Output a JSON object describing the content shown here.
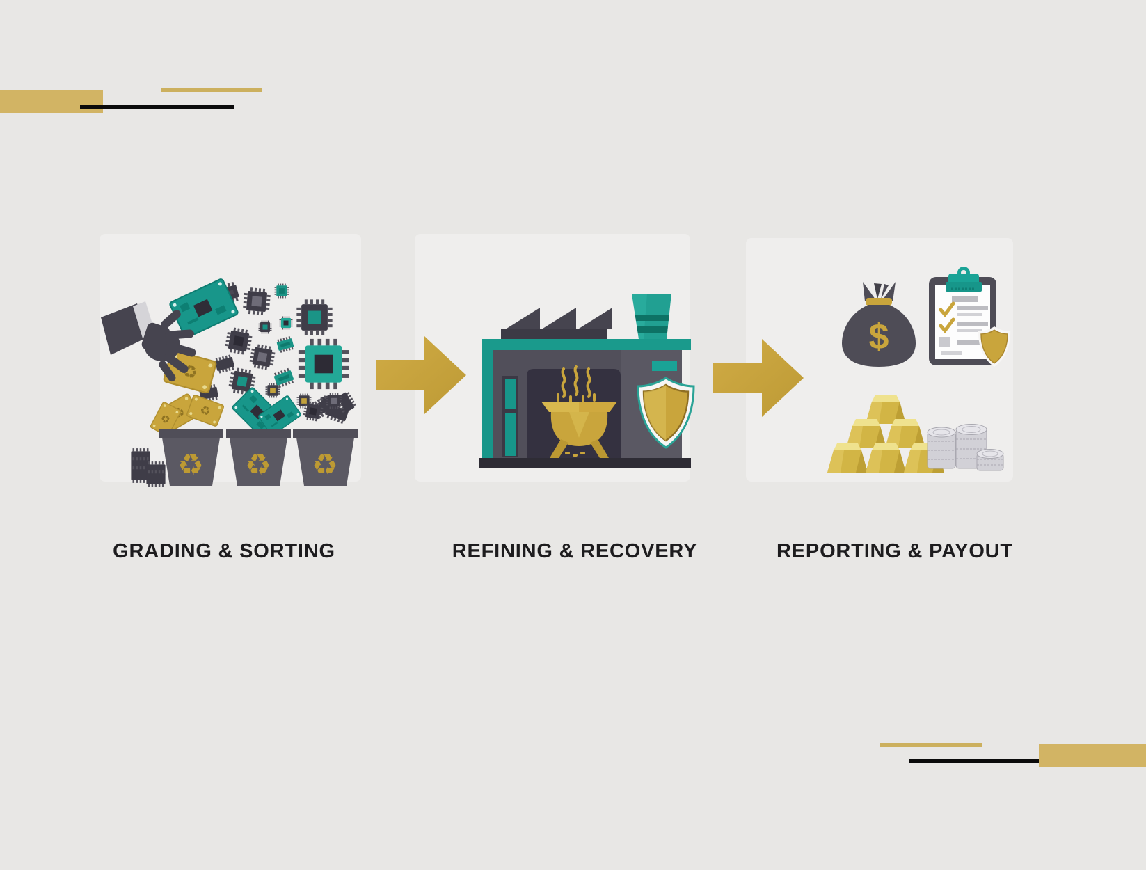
{
  "page": {
    "background_color": "#e8e7e5",
    "accent_gold": "#c7a53e",
    "accent_teal": "#1a9a8c",
    "decor_gold": "#d2b464",
    "decor_black": "#0b0b0b",
    "text_color": "#1d1c1e"
  },
  "flow": {
    "connector_icon": "arrow-right-icon",
    "steps": [
      {
        "id": "grading-sorting",
        "label": "GRADING & SORTING",
        "illustration": "ewaste-hand-sorting-recycle-bins-illustration"
      },
      {
        "id": "refining-recovery",
        "label": "REFINING & RECOVERY",
        "illustration": "refinery-factory-crucible-shield-illustration"
      },
      {
        "id": "reporting-payout",
        "label": "REPORTING & PAYOUT",
        "illustration": "money-bag-report-gold-bars-coins-illustration"
      }
    ]
  }
}
